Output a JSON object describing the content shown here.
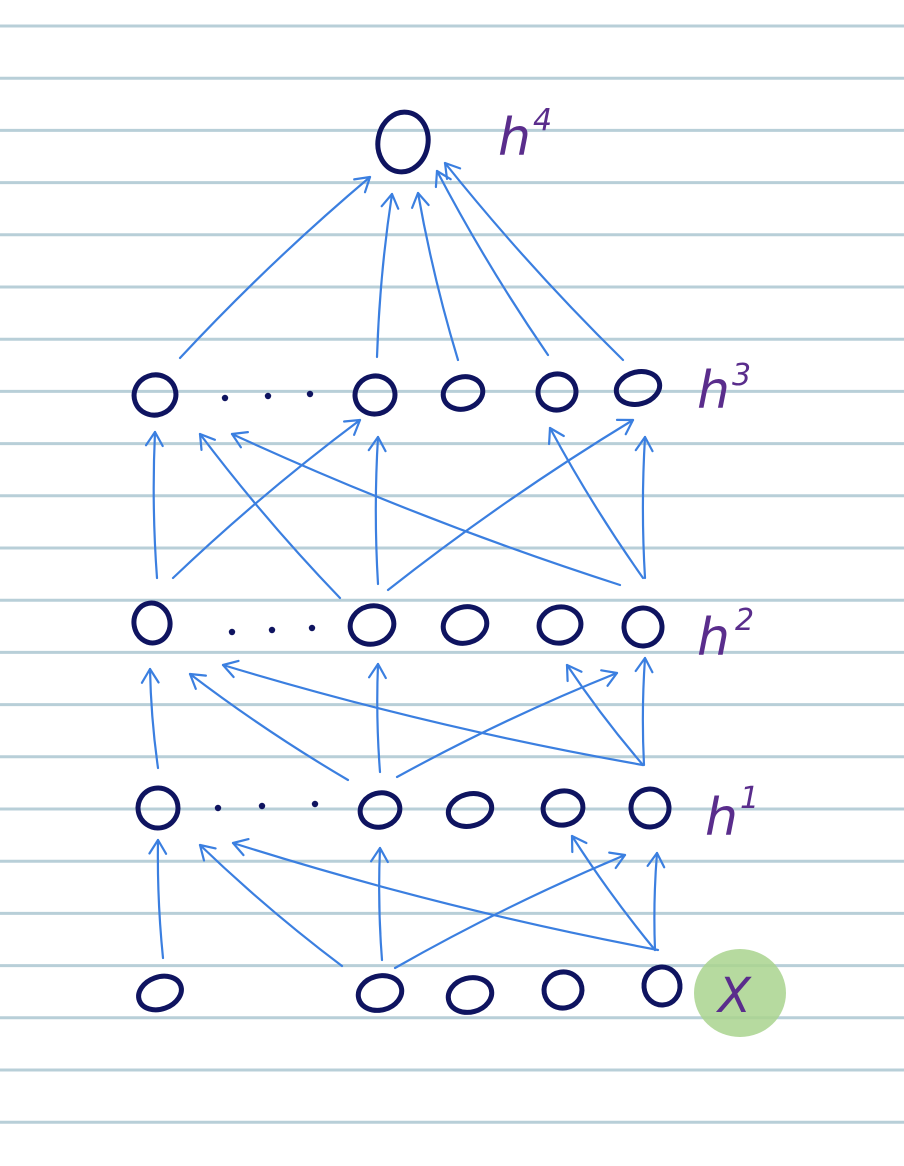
{
  "diagram": {
    "layers": [
      {
        "id": "x",
        "base": "X",
        "sup": ""
      },
      {
        "id": "h1",
        "base": "h",
        "sup": "1"
      },
      {
        "id": "h2",
        "base": "h",
        "sup": "2"
      },
      {
        "id": "h3",
        "base": "h",
        "sup": "3"
      },
      {
        "id": "h4",
        "base": "h",
        "sup": "4"
      }
    ],
    "colors": {
      "paper": "#ffffff",
      "ruled_lines": "#b8cfd8",
      "nodes": "#0f1460",
      "edges": "#3b7fe0",
      "labels": "#5a2d8c",
      "x_highlight": "#a9d48e"
    }
  }
}
